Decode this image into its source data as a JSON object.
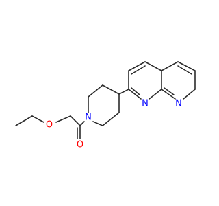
{
  "molecule": {
    "atoms": [
      {
        "id": "N1",
        "label": "N",
        "color": "#0000ff"
      },
      {
        "id": "N2",
        "label": "N",
        "color": "#0000ff"
      },
      {
        "id": "N3",
        "label": "N",
        "color": "#0000ff"
      },
      {
        "id": "O1",
        "label": "O",
        "color": "#ff0000"
      },
      {
        "id": "O2",
        "label": "O",
        "color": "#ff0000"
      }
    ],
    "bond_color": "#2b2b2b",
    "background": "#ffffff"
  }
}
